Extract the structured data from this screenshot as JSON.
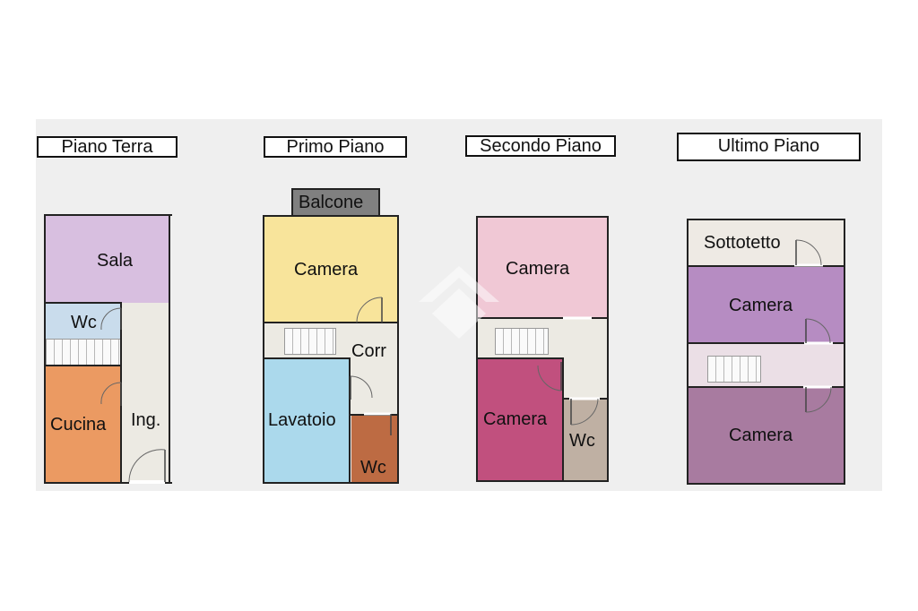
{
  "floors": [
    {
      "title": "Piano Terra",
      "rooms": {
        "sala": "Sala",
        "wc": "Wc",
        "cucina": "Cucina",
        "ingresso": "Ing."
      }
    },
    {
      "title": "Primo Piano",
      "rooms": {
        "balcone": "Balcone",
        "camera": "Camera",
        "corr": "Corr",
        "lavatoio": "Lavatoio",
        "wc": "Wc"
      }
    },
    {
      "title": "Secondo Piano",
      "rooms": {
        "camera_top": "Camera",
        "camera_bottom": "Camera",
        "wc": "Wc"
      }
    },
    {
      "title": "Ultimo Piano",
      "rooms": {
        "sottotetto": "Sottotetto",
        "camera_top": "Camera",
        "camera_bottom": "Camera"
      }
    }
  ],
  "colors": {
    "sala": "#d8bfe0",
    "wc_ground": "#c9dcec",
    "cucina": "#eb9a62",
    "corridor": "#eceae3",
    "balcone": "#808080",
    "camera_yellow": "#f8e49b",
    "lavatoio": "#abd9ec",
    "wc_brown": "#bd6b43",
    "camera_pink": "#f0c8d5",
    "camera_magenta": "#c1507e",
    "wc_taupe": "#bfb0a3",
    "sottotetto": "#eeeae4",
    "camera_violet": "#b68cc2",
    "camera_plum": "#a87ba0"
  }
}
